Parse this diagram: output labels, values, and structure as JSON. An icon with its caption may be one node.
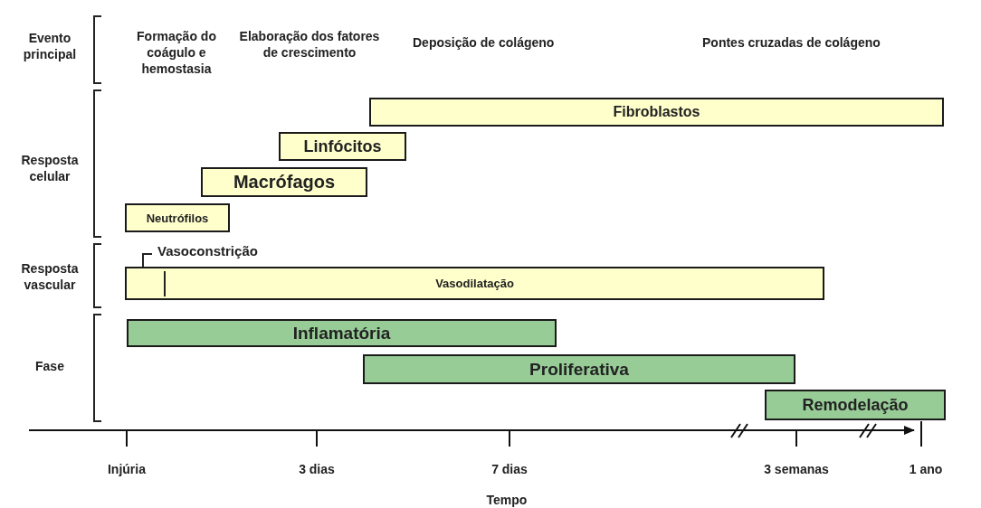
{
  "diagram": {
    "nodes": [
      {
        "text": [
          "Fibroblastos"
        ]
      },
      {
        "text": [
          "Linfócitos"
        ]
      },
      {
        "text": [
          "Macrófagos"
        ]
      },
      {
        "text": [
          "Neutrófilos"
        ]
      },
      {
        "text": [
          "Vasodilatação"
        ]
      },
      {
        "text": [
          "Inflamatória"
        ]
      },
      {
        "text": [
          "Proliferativa"
        ]
      },
      {
        "text": [
          "Remodelação"
        ]
      }
    ],
    "labels": [
      "Evento principal",
      "Formação do coágulo e hemostasia",
      "Elaboração dos fatores de crescimento",
      "Deposição de colágeno",
      "Pontes cruzadas de colágeno",
      "Resposta celular",
      "Vasoconstrição",
      "Resposta vascular",
      "Fase",
      "Injúria",
      "3 dias",
      "7 dias",
      "3 semanas",
      "1 ano",
      "Tempo"
    ]
  }
}
